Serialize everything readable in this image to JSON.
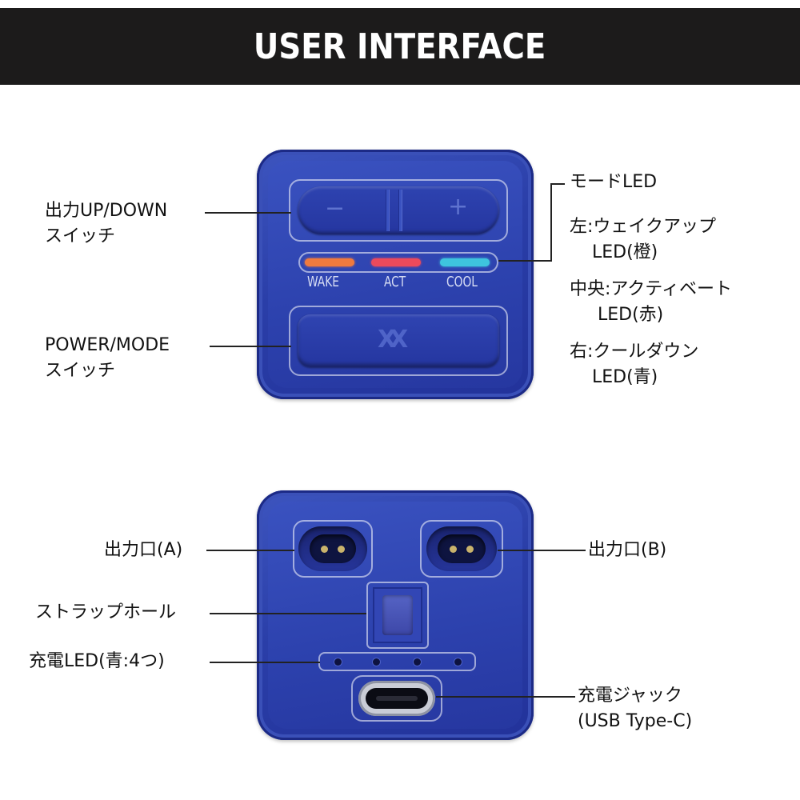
{
  "header": {
    "title": "USER INTERFACE"
  },
  "top_device": {
    "buttons": {
      "minus": "−",
      "plus": "+"
    },
    "leds": [
      {
        "label": "WAKE",
        "color": "#f07a3e"
      },
      {
        "label": "ACT",
        "color": "#ec4a5c"
      },
      {
        "label": "COOL",
        "color": "#3ec4de"
      }
    ],
    "logo": "XX"
  },
  "labels": {
    "up_down_switch": "出力UP/DOWN\nスイッチ",
    "power_mode_switch": "POWER/MODE\nスイッチ",
    "mode_led_title": "モードLED",
    "mode_led_left": "左:ウェイクアップ\n    LED(橙)",
    "mode_led_center": "中央:アクティベート\n     LED(赤)",
    "mode_led_right": "右:クールダウン\n    LED(青)",
    "outlet_a": "出力口(A)",
    "outlet_b": "出力口(B)",
    "strap_hole": "ストラップホール",
    "charge_led": "充電LED(青:4つ)",
    "charge_jack": "充電ジャック\n(USB Type-C)"
  },
  "colors": {
    "device_blue": "#2c41ad",
    "header_bg": "#1c1b1b"
  }
}
